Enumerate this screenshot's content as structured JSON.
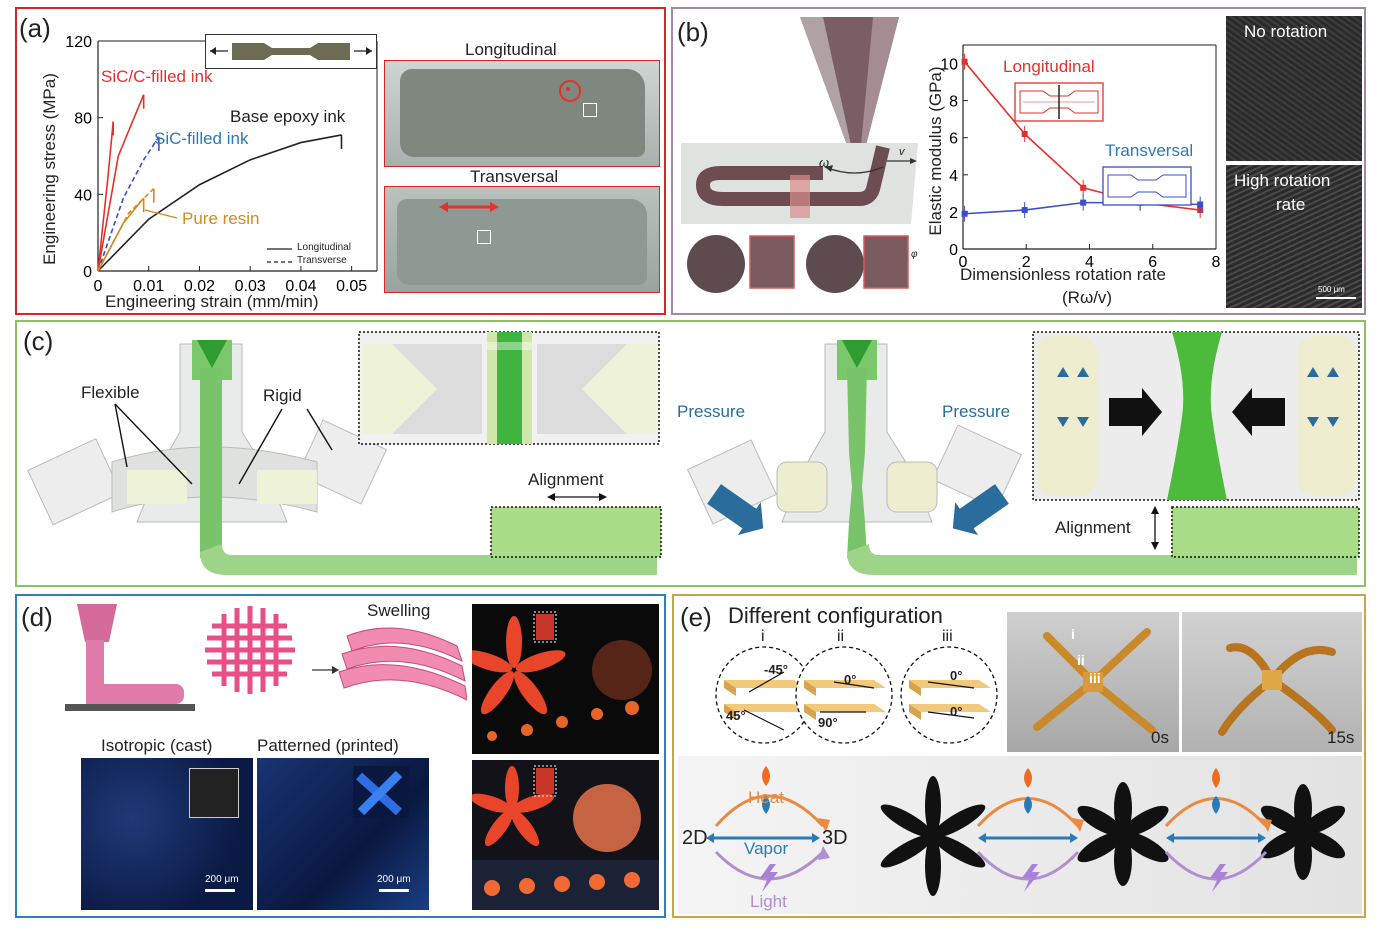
{
  "colors": {
    "panel_a_border": "#d62728",
    "panel_b_border": "#a08aa8",
    "panel_c_border": "#8cc063",
    "panel_d_border": "#2f7fb8",
    "panel_e_border": "#c7a54a",
    "red_series": "#e3312d",
    "blue_series": "#3a4fc8",
    "green_flow": "#4cbb3c",
    "orange_label": "#d08a1e",
    "blue_label": "#2a7ab8",
    "pressure_text": "#2a6c9c"
  },
  "panel_a": {
    "label": "(a)",
    "y_axis_label": "Engineering stress (MPa)",
    "x_axis_label": "Engineering strain (mm/min)",
    "y_ticks": [
      "0",
      "40",
      "80",
      "120"
    ],
    "x_ticks": [
      "0",
      "0.01",
      "0.02",
      "0.03",
      "0.04",
      "0.05"
    ],
    "labels": {
      "sic_c": "SiC/C-filled ink",
      "sic": "SiC-filled ink",
      "base": "Base epoxy ink",
      "resin": "Pure resin"
    },
    "legend": {
      "solid": "Longitudinal",
      "dashed": "Transverse"
    },
    "photo_titles": {
      "top": "Longitudinal",
      "bottom": "Transversal"
    }
  },
  "panel_b": {
    "label": "(b)",
    "y_axis_label": "Elastic modulus (GPa)",
    "x_axis_label_1": "Dimensionless rotation rate",
    "x_axis_label_2": "(Rω/v)",
    "y_ticks": [
      "0",
      "2",
      "4",
      "6",
      "8",
      "10"
    ],
    "x_ticks": [
      "0",
      "2",
      "4",
      "6",
      "8"
    ],
    "series_labels": {
      "red": "Longitudinal",
      "blue": "Transversal"
    },
    "omega": "ω",
    "v": "v",
    "phi": "φ",
    "micro_top": "No rotation",
    "micro_bottom_1": "High rotation",
    "micro_bottom_2": "rate",
    "scale": "500 μm"
  },
  "panel_c": {
    "label": "(c)",
    "flexible": "Flexible",
    "rigid": "Rigid",
    "alignment": "Alignment",
    "pressure_left": "Pressure",
    "pressure_right": "Pressure",
    "alignment_right": "Alignment"
  },
  "panel_d": {
    "label": "(d)",
    "swelling": "Swelling",
    "isotropic": "Isotropic (cast)",
    "patterned": "Patterned (printed)",
    "scale_left": "200 μm",
    "scale_right": "200 μm"
  },
  "panel_e": {
    "label": "(e)",
    "title": "Different configuration",
    "roman": [
      "i",
      "ii",
      "iii"
    ],
    "angles_i": [
      "-45°",
      "45°"
    ],
    "angles_ii": [
      "0°",
      "90°"
    ],
    "angles_iii": [
      "0°",
      "0°"
    ],
    "photo_labels": [
      "i",
      "ii",
      "iii"
    ],
    "time_left": "0s",
    "time_right": "15s",
    "left_2d": "2D",
    "right_3d": "3D",
    "heat": "Heat",
    "vapor": "Vapor",
    "light": "Light"
  },
  "chart_data": [
    {
      "type": "line",
      "title": "",
      "xlabel": "Engineering strain (mm/min)",
      "ylabel": "Engineering stress (MPa)",
      "xlim": [
        0,
        0.055
      ],
      "ylim": [
        0,
        120
      ],
      "series": [
        {
          "name": "Base epoxy ink",
          "style": "solid",
          "x": [
            0,
            0.01,
            0.02,
            0.03,
            0.04,
            0.048
          ],
          "y": [
            0,
            27,
            45,
            58,
            67,
            71
          ]
        },
        {
          "name": "SiC-filled ink",
          "style": "dashed",
          "x": [
            0,
            0.005,
            0.009,
            0.012
          ],
          "y": [
            0,
            38,
            58,
            70
          ]
        },
        {
          "name": "SiC/C-filled ink",
          "style": "solid",
          "x": [
            0,
            0.002,
            0.003
          ],
          "y": [
            0,
            50,
            78
          ]
        },
        {
          "name": "SiC/C-filled ink",
          "style": "solid",
          "x": [
            0,
            0.004,
            0.009
          ],
          "y": [
            0,
            60,
            92
          ]
        },
        {
          "name": "Pure resin",
          "style": "solid",
          "x": [
            0,
            0.005,
            0.009
          ],
          "y": [
            0,
            25,
            38
          ]
        },
        {
          "name": "Pure resin",
          "style": "dashed",
          "x": [
            0,
            0.006,
            0.011
          ],
          "y": [
            0,
            30,
            43
          ]
        }
      ]
    },
    {
      "type": "line",
      "title": "",
      "xlabel": "Dimensionless rotation rate (Rω/v)",
      "ylabel": "Elastic modulus (GPa)",
      "xlim": [
        0,
        8
      ],
      "ylim": [
        0,
        11
      ],
      "series": [
        {
          "name": "Longitudinal",
          "x": [
            0.05,
            1.95,
            3.8,
            5.6,
            7.5
          ],
          "y": [
            10.1,
            6.2,
            3.3,
            2.5,
            2.1
          ]
        },
        {
          "name": "Transversal",
          "x": [
            0.05,
            1.95,
            3.8,
            5.6,
            7.5
          ],
          "y": [
            1.9,
            2.1,
            2.5,
            2.5,
            2.4
          ]
        }
      ]
    }
  ]
}
